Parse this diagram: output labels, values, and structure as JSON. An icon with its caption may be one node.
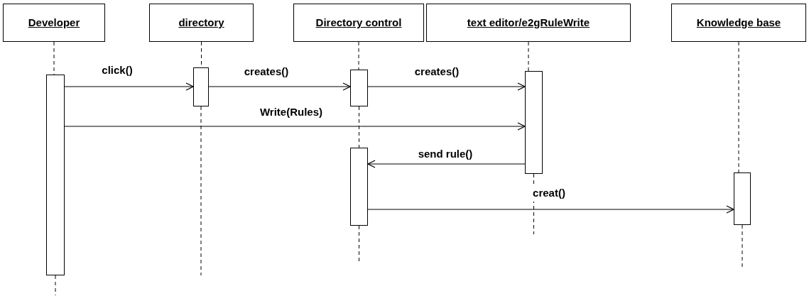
{
  "diagram": {
    "nodes": [
      {
        "text": [
          "Developer"
        ]
      },
      {
        "text": [
          "directory"
        ]
      },
      {
        "text": [
          "Directory control"
        ]
      },
      {
        "text": [
          "text editor/e2gRuleWrite"
        ]
      },
      {
        "text": [
          "Knowledge base"
        ]
      },
      {
        "text": [],
        "shape": "bar"
      },
      {
        "text": [],
        "shape": "bar"
      },
      {
        "text": [],
        "shape": "bar"
      },
      {
        "text": [],
        "shape": "bar"
      },
      {
        "text": [],
        "shape": "bar"
      },
      {
        "text": [],
        "shape": "bar"
      }
    ],
    "edges": [
      {
        "from": 0,
        "to": 5,
        "arrow": "none",
        "style": "dashed"
      },
      {
        "from": 5,
        "to": null,
        "arrow": "none",
        "style": "dashed"
      },
      {
        "from": 1,
        "to": 6,
        "arrow": "none",
        "style": "dashed"
      },
      {
        "from": 6,
        "to": null,
        "arrow": "none",
        "style": "dashed"
      },
      {
        "from": 2,
        "to": 7,
        "arrow": "none",
        "style": "dashed"
      },
      {
        "from": 7,
        "to": 9,
        "arrow": "none",
        "style": "dashed"
      },
      {
        "from": 9,
        "to": null,
        "arrow": "none",
        "style": "dashed"
      },
      {
        "from": 3,
        "to": 8,
        "arrow": "none",
        "style": "dashed"
      },
      {
        "from": 8,
        "to": null,
        "arrow": "none",
        "style": "dashed"
      },
      {
        "from": 4,
        "to": 10,
        "arrow": "none",
        "style": "dashed"
      },
      {
        "from": 10,
        "to": null,
        "arrow": "none",
        "style": "dashed"
      },
      {
        "from": 5,
        "to": 6,
        "arrow": "to",
        "label": "click()"
      },
      {
        "from": 6,
        "to": 7,
        "arrow": "to",
        "label": "creates()"
      },
      {
        "from": 7,
        "to": 8,
        "arrow": "to",
        "label": "creates()"
      },
      {
        "from": 5,
        "to": 8,
        "arrow": "to",
        "label": "Write(Rules)"
      },
      {
        "from": 8,
        "to": 9,
        "arrow": "to",
        "label": "send rule()"
      },
      {
        "from": 9,
        "to": 10,
        "arrow": "to",
        "label": "creat()"
      }
    ]
  }
}
